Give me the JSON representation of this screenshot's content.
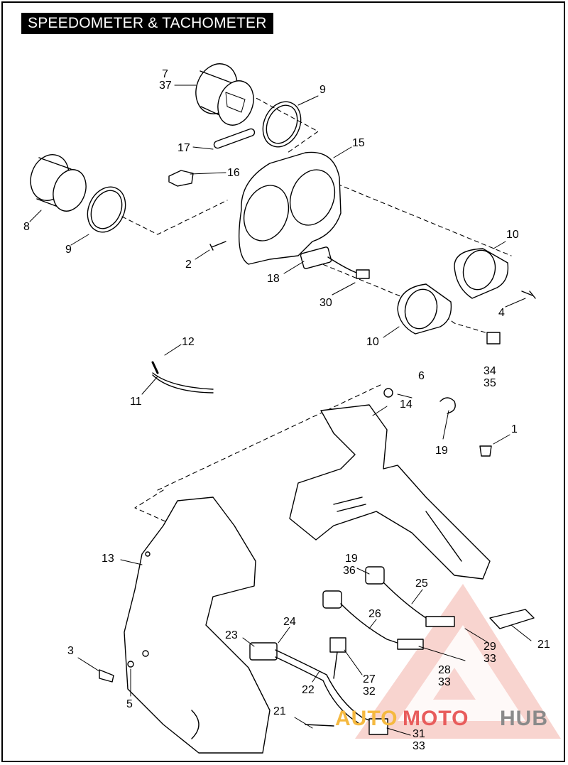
{
  "title": "SPEEDOMETER & TACHOMETER",
  "callouts": [
    "7",
    "37",
    "9",
    "17",
    "15",
    "16",
    "8",
    "9",
    "2",
    "18",
    "10",
    "30",
    "4",
    "10",
    "12",
    "6",
    "14",
    "34",
    "35",
    "11",
    "19",
    "1",
    "13",
    "19",
    "36",
    "25",
    "26",
    "24",
    "23",
    "29",
    "33",
    "21",
    "3",
    "28",
    "33",
    "5",
    "27",
    "32",
    "22",
    "21",
    "31",
    "33"
  ],
  "watermark": {
    "part1": "AUTO",
    "part2": "MOTO",
    "part3": "HUB"
  },
  "colors": {
    "watermark_red": "#e85c5c",
    "watermark_orange": "#f5b940",
    "watermark_gray": "#8a8a8a"
  }
}
